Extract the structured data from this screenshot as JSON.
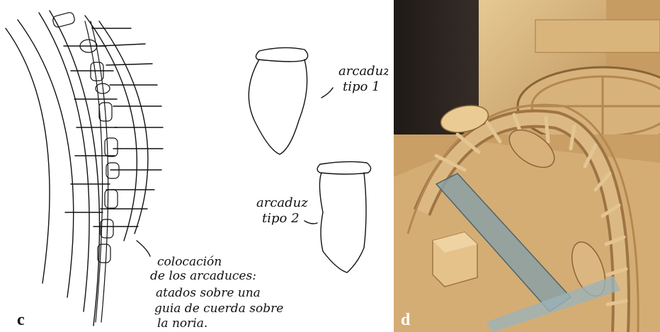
{
  "panel_c": {
    "letter": "c",
    "vessel_1_label": [
      "arcaduz",
      "tipo 1"
    ],
    "vessel_2_label": [
      "arcaduz",
      "tipo 2"
    ],
    "placement_note": [
      "colocación",
      "de los arcaduces:",
      "atados sobre una",
      "guia de cuerda sobre",
      "la noria."
    ]
  },
  "panel_d": {
    "letter": "d"
  },
  "colors": {
    "ink": "#111111",
    "wood_light": "#e2c28c",
    "wood_mid": "#c9a06a",
    "wood_dark": "#8a6438",
    "background_dark": "#2b2420"
  }
}
